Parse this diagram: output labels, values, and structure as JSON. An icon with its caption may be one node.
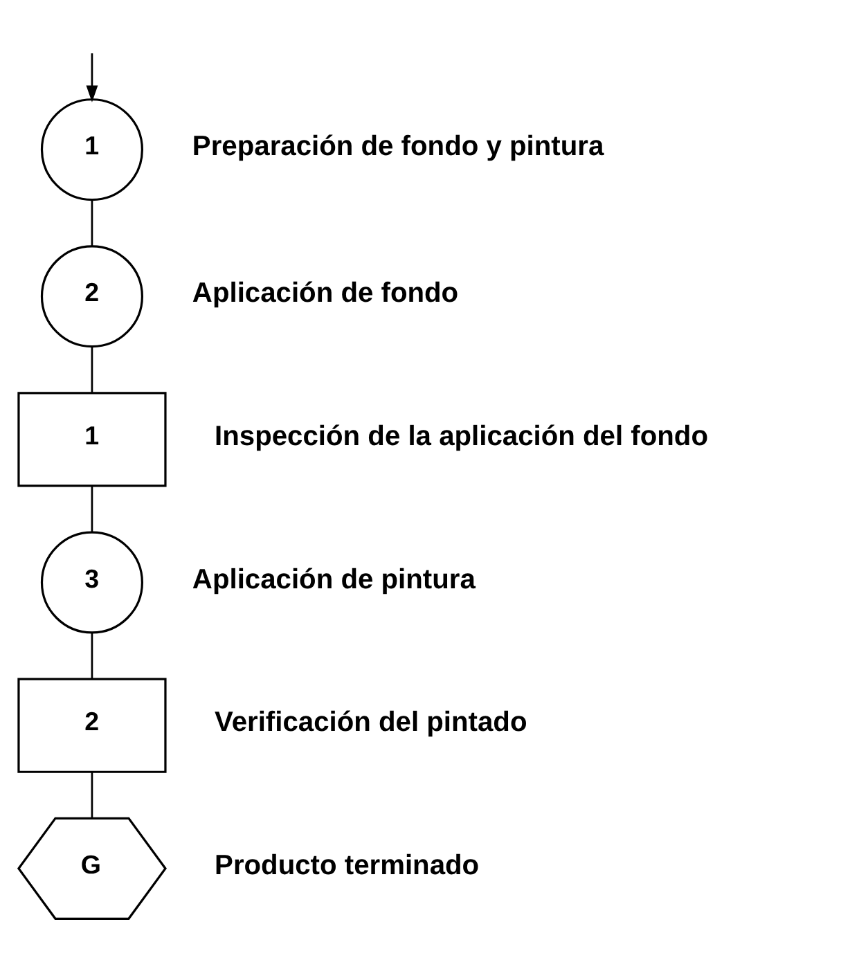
{
  "diagram": {
    "nodes": [
      {
        "text": [
          "1"
        ],
        "beside": [
          "Preparación de fondo y pintura"
        ]
      },
      {
        "text": [
          "2"
        ],
        "beside": [
          "Aplicación de fondo"
        ]
      },
      {
        "text": [
          "1"
        ],
        "beside": [
          "Inspección de la aplicación del fondo"
        ]
      },
      {
        "text": [
          "3"
        ],
        "beside": [
          "Aplicación de pintura"
        ]
      },
      {
        "text": [
          "2"
        ],
        "beside": [
          "Verificación del pintado"
        ]
      },
      {
        "text": [
          "G"
        ],
        "beside": [
          "Producto terminado"
        ]
      }
    ],
    "edges": [
      {
        "from": null,
        "to": 0,
        "arrow": "to"
      },
      {
        "from": 0,
        "to": 1,
        "arrow": "none"
      },
      {
        "from": 1,
        "to": 2,
        "arrow": "none"
      },
      {
        "from": 2,
        "to": 3,
        "arrow": "none"
      },
      {
        "from": 3,
        "to": 4,
        "arrow": "none"
      },
      {
        "from": 4,
        "to": 5,
        "arrow": "none"
      }
    ]
  }
}
